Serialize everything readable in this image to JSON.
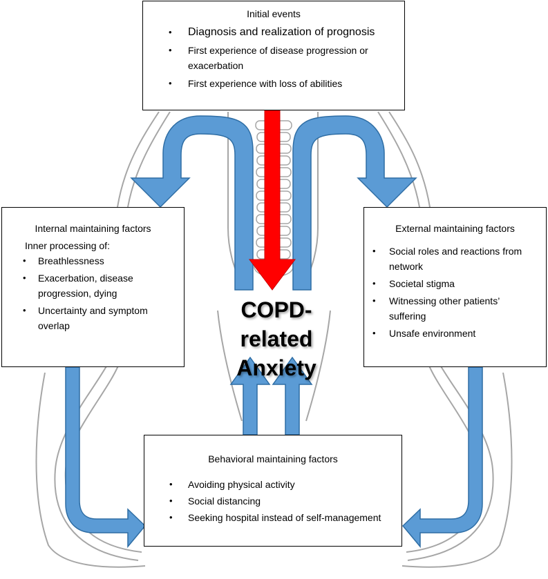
{
  "initial_events": {
    "title": "Initial events",
    "items": [
      "Diagnosis and realization of prognosis",
      "First experience of disease progression or exacerbation",
      "First experience with loss of abilities"
    ]
  },
  "internal_factors": {
    "title": "Internal maintaining factors",
    "subtitle": "Inner processing of:",
    "items": [
      "Breathlessness",
      "Exacerbation, disease progression, dying",
      "Uncertainty and symptom overlap"
    ]
  },
  "external_factors": {
    "title": "External maintaining factors",
    "items": [
      "Social roles and reactions from network",
      "Societal stigma",
      "Witnessing other patients’ suffering",
      "Unsafe environment"
    ]
  },
  "behavioral_factors": {
    "title": "Behavioral maintaining factors",
    "items": [
      "Avoiding physical activity",
      "Social distancing",
      "Seeking hospital instead of self-management"
    ]
  },
  "center": {
    "line1": "COPD-related",
    "line2": "Anxiety"
  },
  "colors": {
    "arrow_blue": "#5b9bd5",
    "arrow_outline": "#2e6da4",
    "arrow_red": "#ff0000",
    "body_outline": "#a6a6a6"
  }
}
